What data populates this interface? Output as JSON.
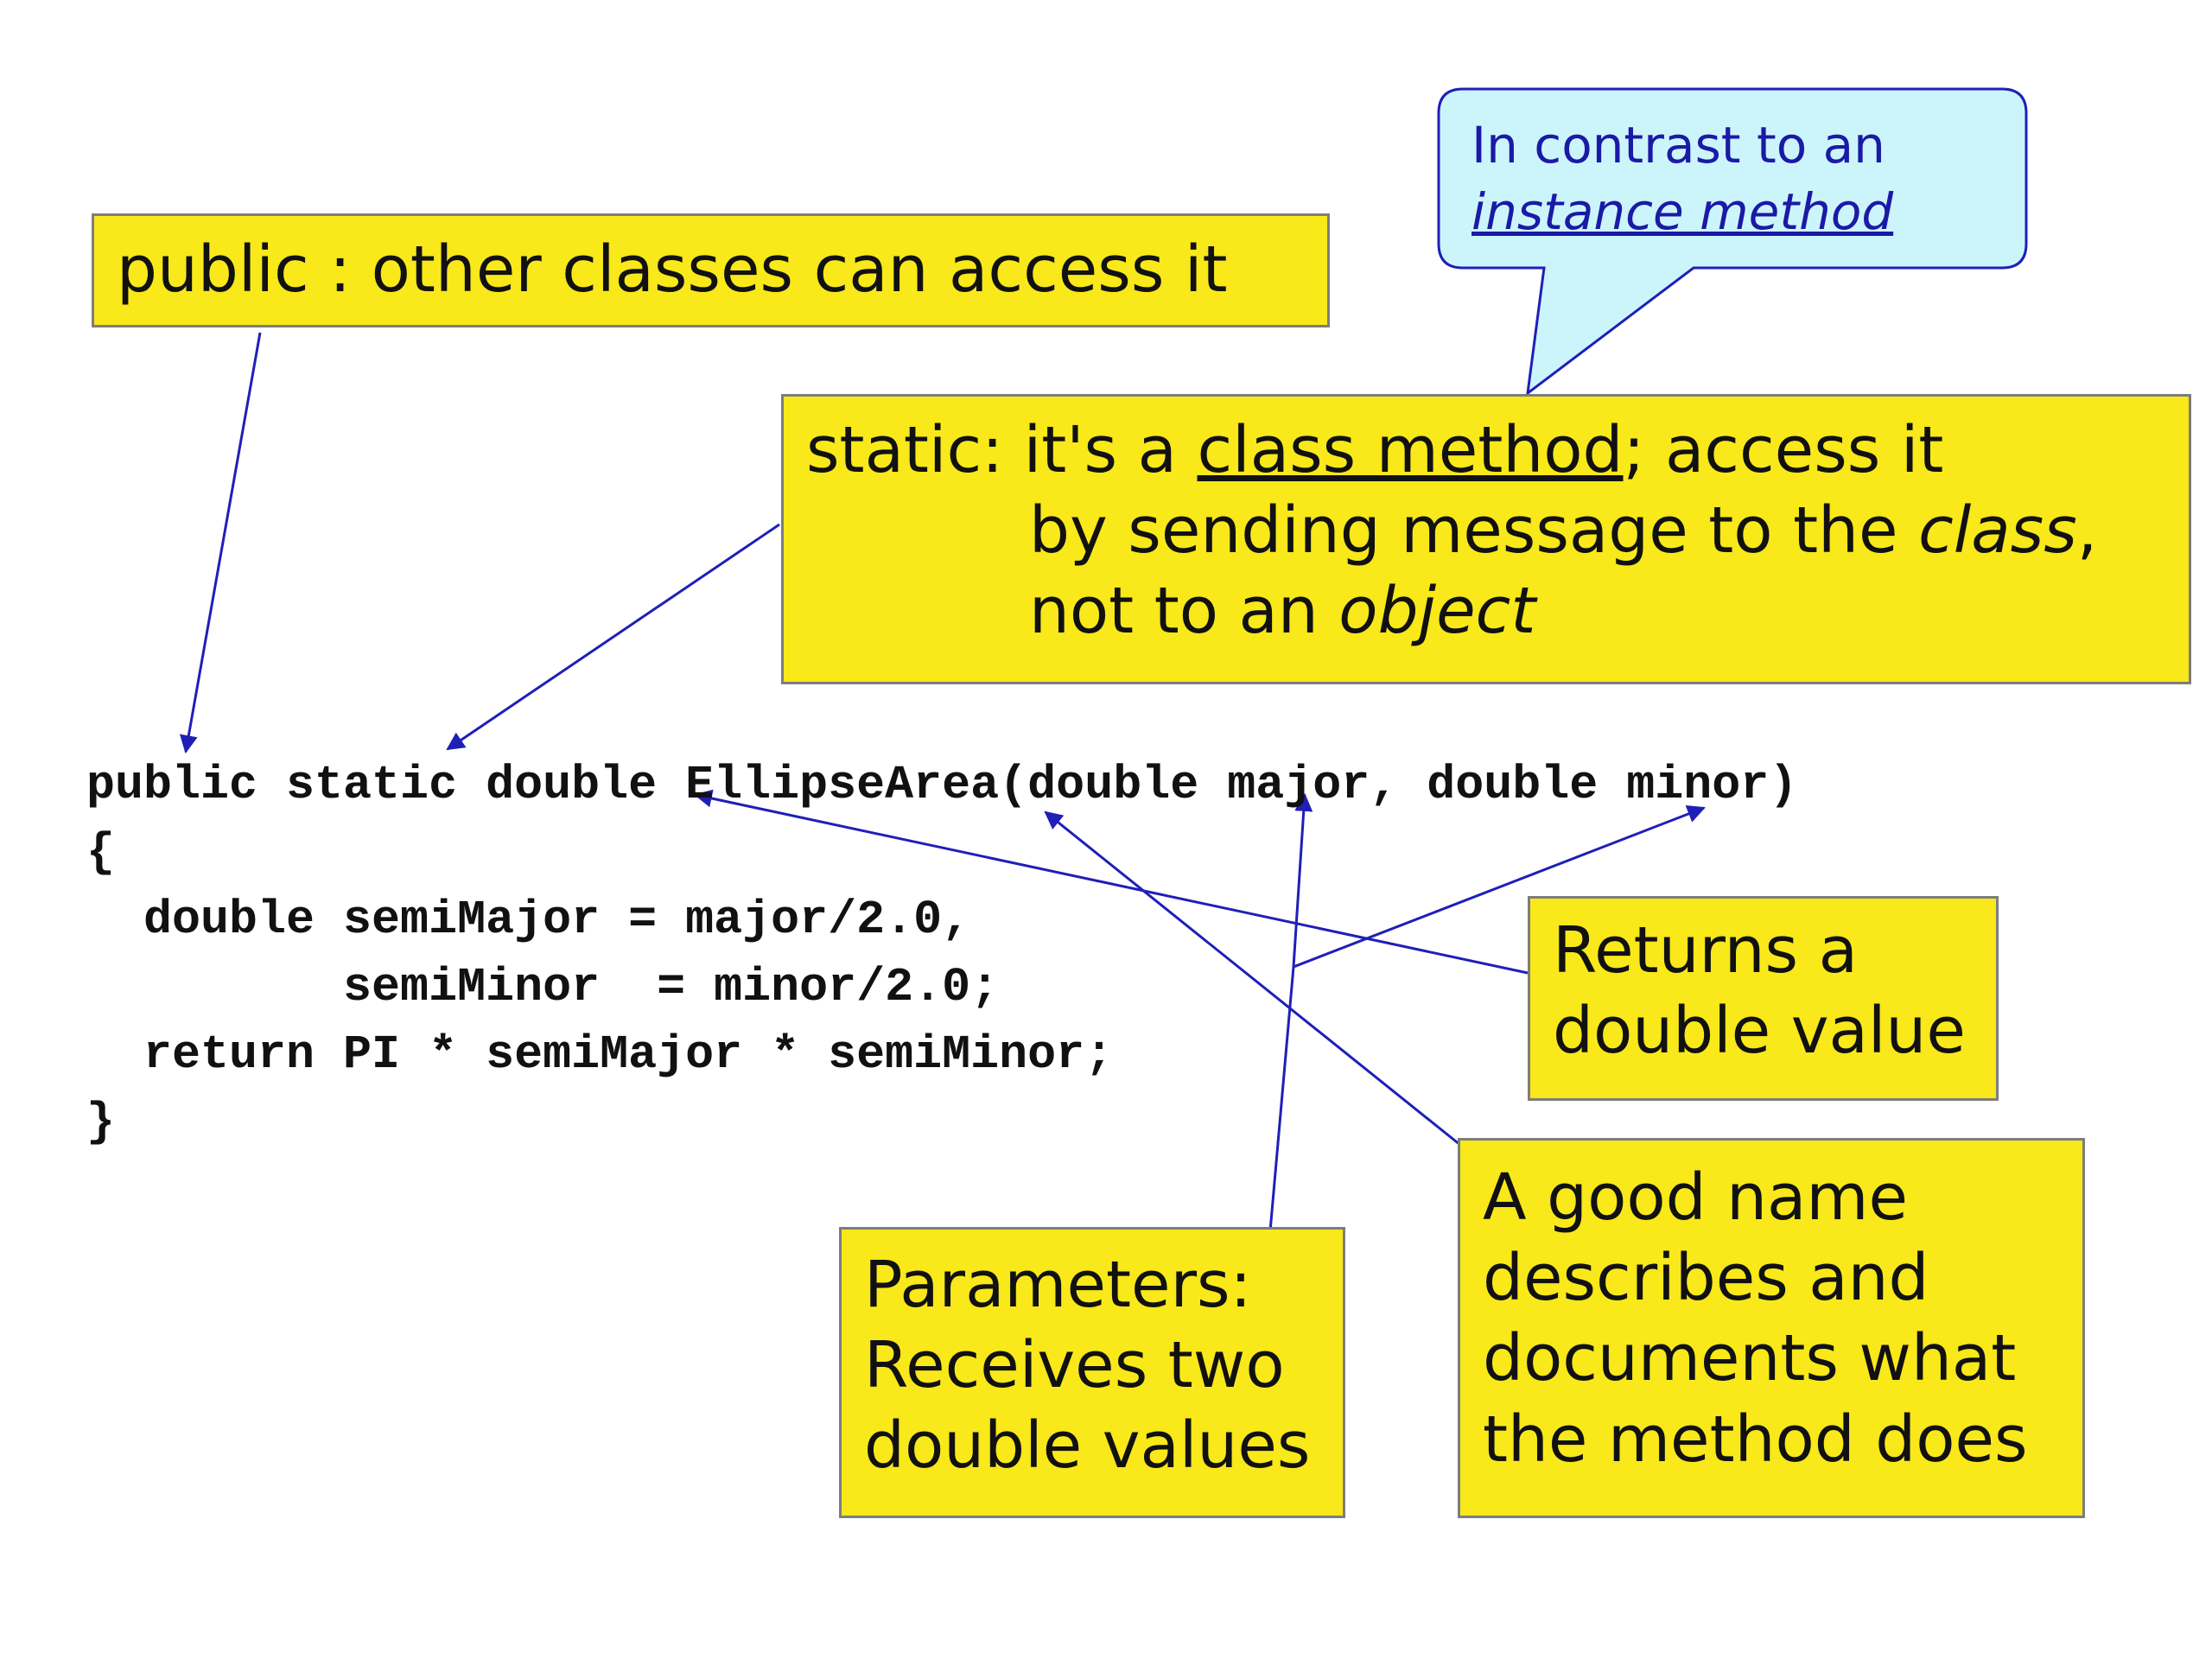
{
  "callout": {
    "line1": "In contrast to an",
    "link": "instance method"
  },
  "notes": {
    "public_text": "public : other classes can access it",
    "static": {
      "prefix": "static: it's a ",
      "underlined": "class method",
      "after_underline": "; access it",
      "line2_start": "by sending message to the ",
      "line2_italic": "class",
      "line2_end": ",",
      "line3_start": "not to an ",
      "line3_italic": "object"
    },
    "returns": {
      "line1": "Returns a",
      "line2": "double value"
    },
    "parameters": {
      "line1": "Parameters:",
      "line2": "Receives two",
      "line3": "double values"
    },
    "good_name": {
      "line1": "A good name",
      "line2": "describes and",
      "line3": "documents what",
      "line4": "the method does"
    }
  },
  "code": {
    "lines": [
      "public static double EllipseArea(double major, double minor)",
      "{",
      "  double semiMajor = major/2.0,",
      "         semiMinor  = minor/2.0;",
      "  return PI * semiMajor * semiMinor;",
      "}"
    ]
  },
  "colors": {
    "note_fill": "#f9e81a",
    "note_border": "#7d7d7d",
    "callout_fill": "#ccf5fb",
    "callout_text": "#1a1aa6",
    "arrow": "#1f1fb8"
  }
}
